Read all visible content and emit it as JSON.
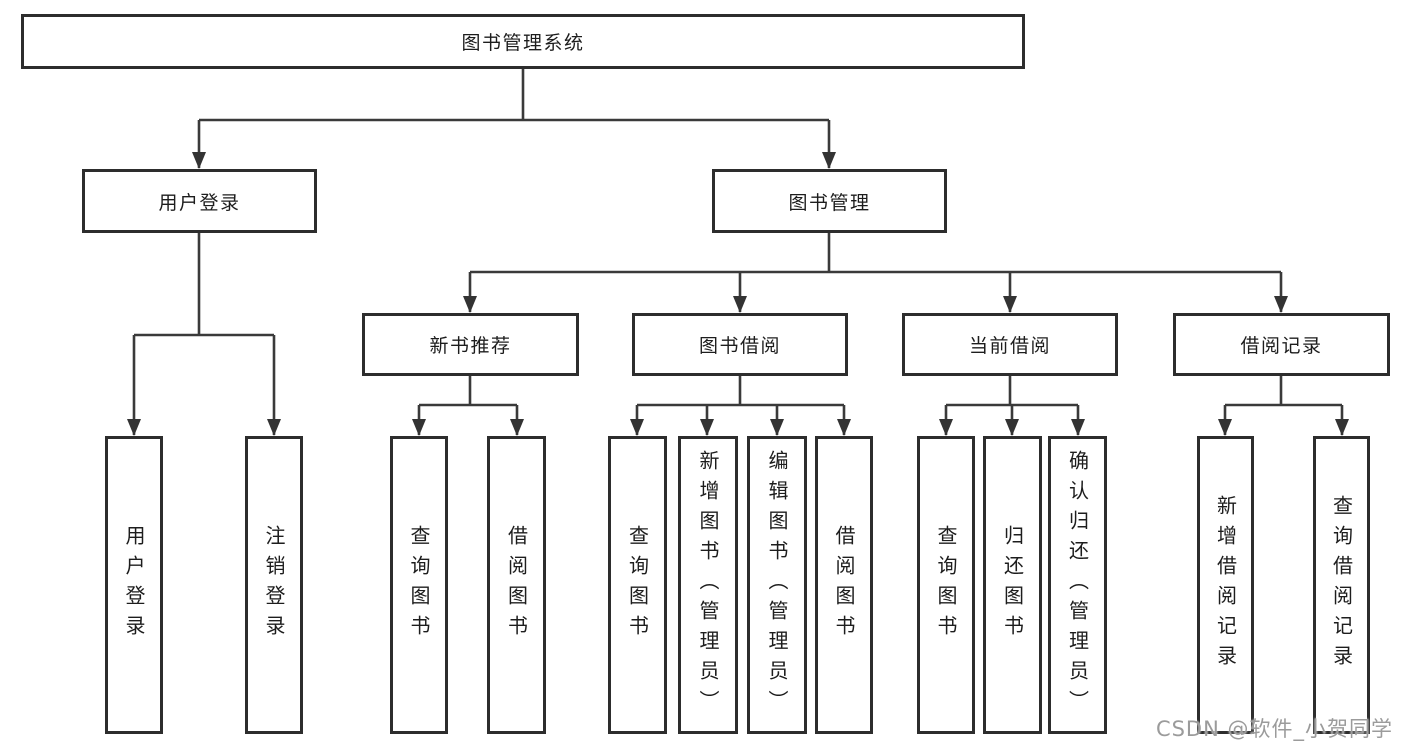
{
  "tree": {
    "root": {
      "label": "图书管理系统",
      "children": [
        {
          "label": "用户登录",
          "children": [
            {
              "label": "用户登录"
            },
            {
              "label": "注销登录"
            }
          ]
        },
        {
          "label": "图书管理",
          "children": [
            {
              "label": "新书推荐",
              "children": [
                {
                  "label": "查询图书"
                },
                {
                  "label": "借阅图书"
                }
              ]
            },
            {
              "label": "图书借阅",
              "children": [
                {
                  "label": "查询图书"
                },
                {
                  "label": "新增图书（管理员）"
                },
                {
                  "label": "编辑图书（管理员）"
                },
                {
                  "label": "借阅图书"
                }
              ]
            },
            {
              "label": "当前借阅",
              "children": [
                {
                  "label": "查询图书"
                },
                {
                  "label": "归还图书"
                },
                {
                  "label": "确认归还（管理员）"
                }
              ]
            },
            {
              "label": "借阅记录",
              "children": [
                {
                  "label": "新增借阅记录"
                },
                {
                  "label": "查询借阅记录"
                }
              ]
            }
          ]
        }
      ]
    }
  },
  "watermark": "CSDN @软件_小贺同学",
  "colors": {
    "box_border": "#2d2d2d",
    "connector_line": "#3a3a3a",
    "text": "#1d1d1d",
    "watermark_text": "#9b9b9b",
    "background": "#ffffff"
  }
}
